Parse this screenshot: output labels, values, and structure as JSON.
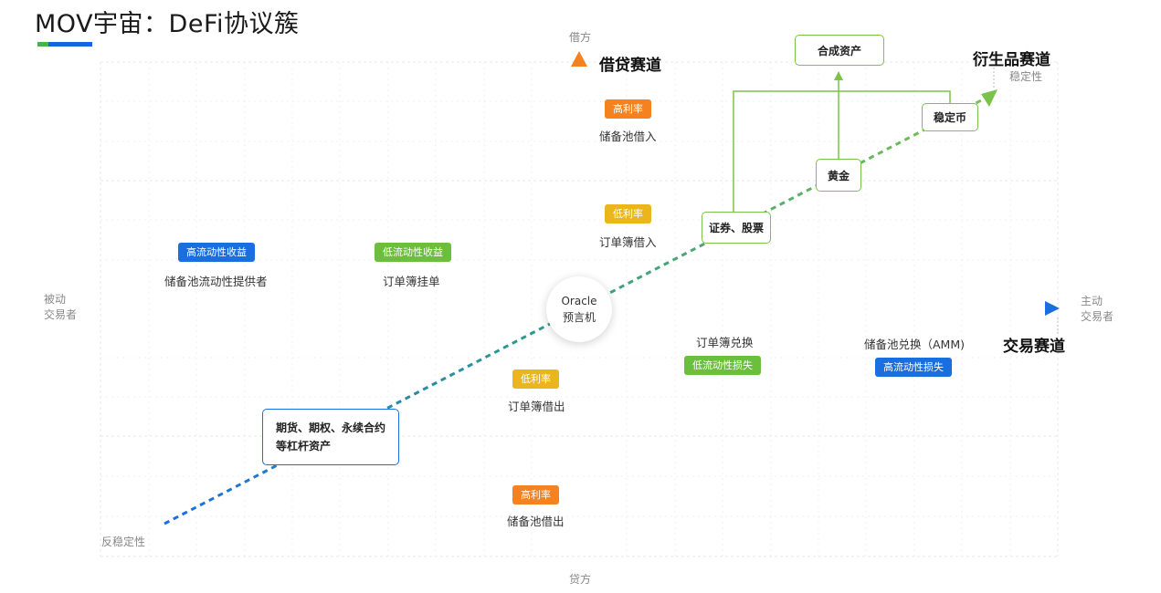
{
  "title": "MOV宇宙：DeFi协议簇",
  "axes": {
    "top": "借方",
    "bottom": "贷方",
    "left_line1": "被动",
    "left_line2": "交易者",
    "right_line1": "主动",
    "right_line2": "交易者",
    "stable": "稳定性",
    "unstable": "反稳定性"
  },
  "tracks": {
    "lending": "借贷赛道",
    "derivatives": "衍生品赛道",
    "trading": "交易赛道"
  },
  "oracle": {
    "line1": "Oracle",
    "line2": "预言机"
  },
  "items": {
    "pool_borrow_in": {
      "badge": "高利率",
      "label": "储备池借入"
    },
    "orderbook_borrow_in": {
      "badge": "低利率",
      "label": "订单簿借入"
    },
    "orderbook_lend_out": {
      "badge": "低利率",
      "label": "订单簿借出"
    },
    "pool_lend_out": {
      "badge": "高利率",
      "label": "储备池借出"
    },
    "pool_lp": {
      "badge": "高流动性收益",
      "label": "储备池流动性提供者"
    },
    "orderbook_maker": {
      "badge": "低流动性收益",
      "label": "订单簿挂单"
    },
    "orderbook_swap": {
      "badge": "低流动性损失",
      "label": "订单簿兑换"
    },
    "pool_swap": {
      "badge": "高流动性损失",
      "label": "储备池兑换（AMM)"
    }
  },
  "boxes": {
    "synthetic": "合成资产",
    "stablecoin": "稳定币",
    "gold": "黄金",
    "securities": "证券、股票",
    "leverage_line1": "期货、期权、永续合约",
    "leverage_line2": "等杠杆资产"
  },
  "colors": {
    "blue": "#1a6fe0",
    "green": "#7cc24a",
    "orange": "#f58220",
    "yellow": "#ebb61c"
  }
}
